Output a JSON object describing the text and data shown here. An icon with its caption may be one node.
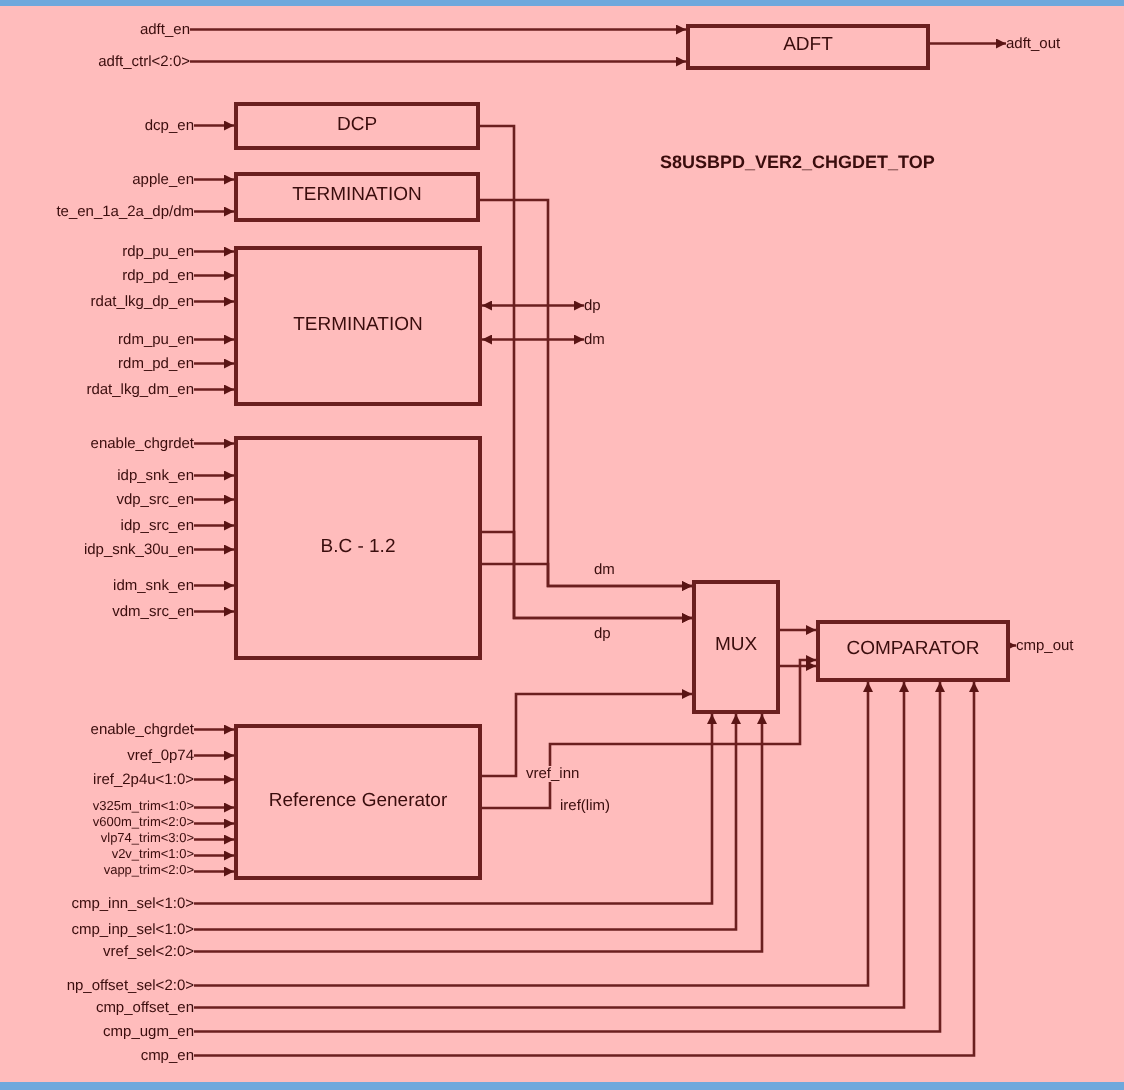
{
  "diagram": {
    "title": "S8USBPD_VER2_CHGDET_TOP",
    "nodes": [
      {
        "text": [
          "ADFT"
        ]
      },
      {
        "text": [
          "DCP"
        ]
      },
      {
        "text": [
          "TERMINATION"
        ]
      },
      {
        "text": [
          "TERMINATION"
        ]
      },
      {
        "text": [
          "B.C - 1.2"
        ]
      },
      {
        "text": [
          "Reference Generator"
        ]
      },
      {
        "text": [
          "MUX"
        ]
      },
      {
        "text": [
          "COMPARATOR"
        ]
      },
      {
        "text": [
          "adft_en"
        ]
      },
      {
        "text": [
          "adft_ctrl<2:0>"
        ]
      },
      {
        "text": [
          "adft_out"
        ]
      },
      {
        "text": [
          "dcp_en"
        ]
      },
      {
        "text": [
          "apple_en"
        ]
      },
      {
        "text": [
          "te_en_1a_2a_dp/dm"
        ]
      },
      {
        "text": [
          "rdp_pu_en"
        ]
      },
      {
        "text": [
          "rdp_pd_en"
        ]
      },
      {
        "text": [
          "rdat_lkg_dp_en"
        ]
      },
      {
        "text": [
          "rdm_pu_en"
        ]
      },
      {
        "text": [
          "rdm_pd_en"
        ]
      },
      {
        "text": [
          "rdat_lkg_dm_en"
        ]
      },
      {
        "text": [
          "enable_chgrdet"
        ]
      },
      {
        "text": [
          "idp_snk_en"
        ]
      },
      {
        "text": [
          "vdp_src_en"
        ]
      },
      {
        "text": [
          "idp_src_en"
        ]
      },
      {
        "text": [
          "idp_snk_30u_en"
        ]
      },
      {
        "text": [
          "idm_snk_en"
        ]
      },
      {
        "text": [
          "vdm_src_en"
        ]
      },
      {
        "text": [
          "enable_chgrdet"
        ]
      },
      {
        "text": [
          "vref_0p74"
        ]
      },
      {
        "text": [
          "iref_2p4u<1:0>"
        ]
      },
      {
        "text": [
          "v325m_trim<1:0>"
        ]
      },
      {
        "text": [
          "v600m_trim<2:0>"
        ]
      },
      {
        "text": [
          "vlp74_trim<3:0>"
        ]
      },
      {
        "text": [
          "v2v_trim<1:0>"
        ]
      },
      {
        "text": [
          "vapp_trim<2:0>"
        ]
      },
      {
        "text": [
          "cmp_inn_sel<1:0>"
        ]
      },
      {
        "text": [
          "cmp_inp_sel<1:0>"
        ]
      },
      {
        "text": [
          "vref_sel<2:0>"
        ]
      },
      {
        "text": [
          "np_offset_sel<2:0>"
        ]
      },
      {
        "text": [
          "cmp_offset_en"
        ]
      },
      {
        "text": [
          "cmp_ugm_en"
        ]
      },
      {
        "text": [
          "cmp_en"
        ]
      },
      {
        "text": [
          "cmp_out"
        ]
      },
      {
        "text": [
          "dp"
        ]
      },
      {
        "text": [
          "dm"
        ]
      }
    ],
    "edges": [
      {
        "from": 8,
        "to": 0,
        "arrow": "to"
      },
      {
        "from": 9,
        "to": 0,
        "arrow": "to"
      },
      {
        "from": 0,
        "to": 10,
        "arrow": "to"
      },
      {
        "from": 11,
        "to": 1,
        "arrow": "to"
      },
      {
        "from": 12,
        "to": 2,
        "arrow": "to"
      },
      {
        "from": 13,
        "to": 2,
        "arrow": "to"
      },
      {
        "from": 14,
        "to": 3,
        "arrow": "to"
      },
      {
        "from": 15,
        "to": 3,
        "arrow": "to"
      },
      {
        "from": 16,
        "to": 3,
        "arrow": "to"
      },
      {
        "from": 17,
        "to": 3,
        "arrow": "to"
      },
      {
        "from": 18,
        "to": 3,
        "arrow": "to"
      },
      {
        "from": 19,
        "to": 3,
        "arrow": "to"
      },
      {
        "from": 20,
        "to": 4,
        "arrow": "to"
      },
      {
        "from": 21,
        "to": 4,
        "arrow": "to"
      },
      {
        "from": 22,
        "to": 4,
        "arrow": "to"
      },
      {
        "from": 23,
        "to": 4,
        "arrow": "to"
      },
      {
        "from": 24,
        "to": 4,
        "arrow": "to"
      },
      {
        "from": 25,
        "to": 4,
        "arrow": "to"
      },
      {
        "from": 26,
        "to": 4,
        "arrow": "to"
      },
      {
        "from": 27,
        "to": 5,
        "arrow": "to"
      },
      {
        "from": 28,
        "to": 5,
        "arrow": "to"
      },
      {
        "from": 29,
        "to": 5,
        "arrow": "to"
      },
      {
        "from": 30,
        "to": 5,
        "arrow": "to"
      },
      {
        "from": 31,
        "to": 5,
        "arrow": "to"
      },
      {
        "from": 32,
        "to": 5,
        "arrow": "to"
      },
      {
        "from": 33,
        "to": 5,
        "arrow": "to"
      },
      {
        "from": 34,
        "to": 5,
        "arrow": "to"
      },
      {
        "from": 35,
        "to": 6,
        "arrow": "to"
      },
      {
        "from": 36,
        "to": 6,
        "arrow": "to"
      },
      {
        "from": 37,
        "to": 6,
        "arrow": "to"
      },
      {
        "from": 38,
        "to": 7,
        "arrow": "to"
      },
      {
        "from": 39,
        "to": 7,
        "arrow": "to"
      },
      {
        "from": 40,
        "to": 7,
        "arrow": "to"
      },
      {
        "from": 41,
        "to": 7,
        "arrow": "to"
      },
      {
        "from": 7,
        "to": 42,
        "arrow": "to"
      },
      {
        "from": 3,
        "to": 43,
        "arrow": "both"
      },
      {
        "from": 3,
        "to": 44,
        "arrow": "both"
      },
      {
        "from": 4,
        "to": 6,
        "arrow": "to",
        "label": "dm"
      },
      {
        "from": 4,
        "to": 6,
        "arrow": "to",
        "label": "dp"
      },
      {
        "from": 1,
        "to": 6,
        "arrow": "to"
      },
      {
        "from": 2,
        "to": 6,
        "arrow": "to"
      },
      {
        "from": 5,
        "to": 6,
        "arrow": "to",
        "label": "vref_inn"
      },
      {
        "from": 5,
        "to": 7,
        "arrow": "to",
        "label": "iref(lim)"
      },
      {
        "from": 6,
        "to": 7,
        "arrow": "to"
      },
      {
        "from": 6,
        "to": 7,
        "arrow": "to"
      }
    ]
  }
}
